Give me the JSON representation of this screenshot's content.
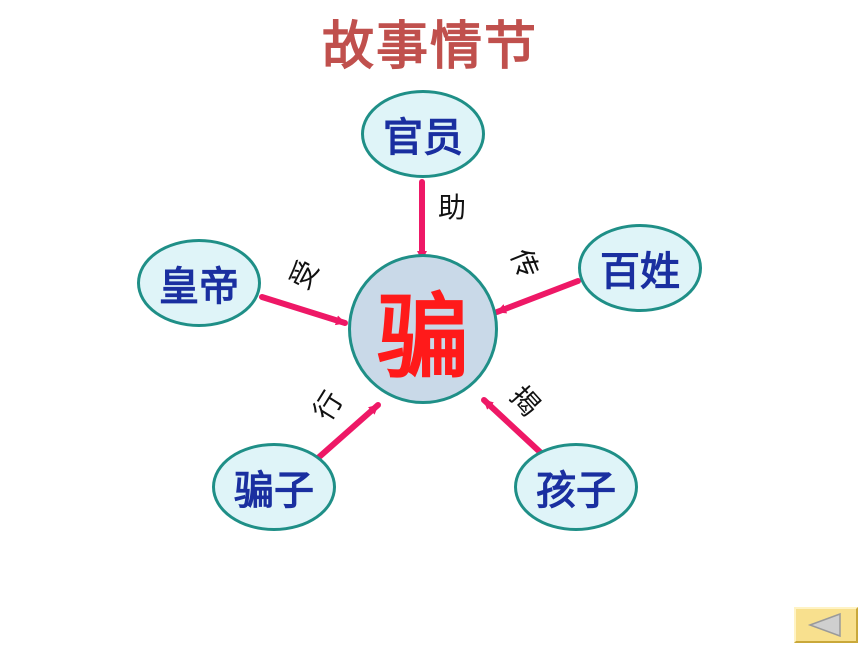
{
  "title": "故事情节",
  "center": {
    "label": "骗"
  },
  "nodes": {
    "official": "官员",
    "emperor": "皇帝",
    "people": "百姓",
    "swindler": "骗子",
    "child": "孩子"
  },
  "verbs": {
    "official": "助",
    "emperor": "受",
    "people": "传",
    "swindler": "行",
    "child": "揭"
  },
  "colors": {
    "title": "#c0504d",
    "arrow": "#ee1866",
    "node_fill": "#dff4f8",
    "node_border": "#1f8f87",
    "node_text": "#1a2fa0",
    "center_fill": "#c9d9e8",
    "center_text": "#ff1a1a"
  },
  "back_button": {
    "icon": "left-triangle-icon"
  }
}
